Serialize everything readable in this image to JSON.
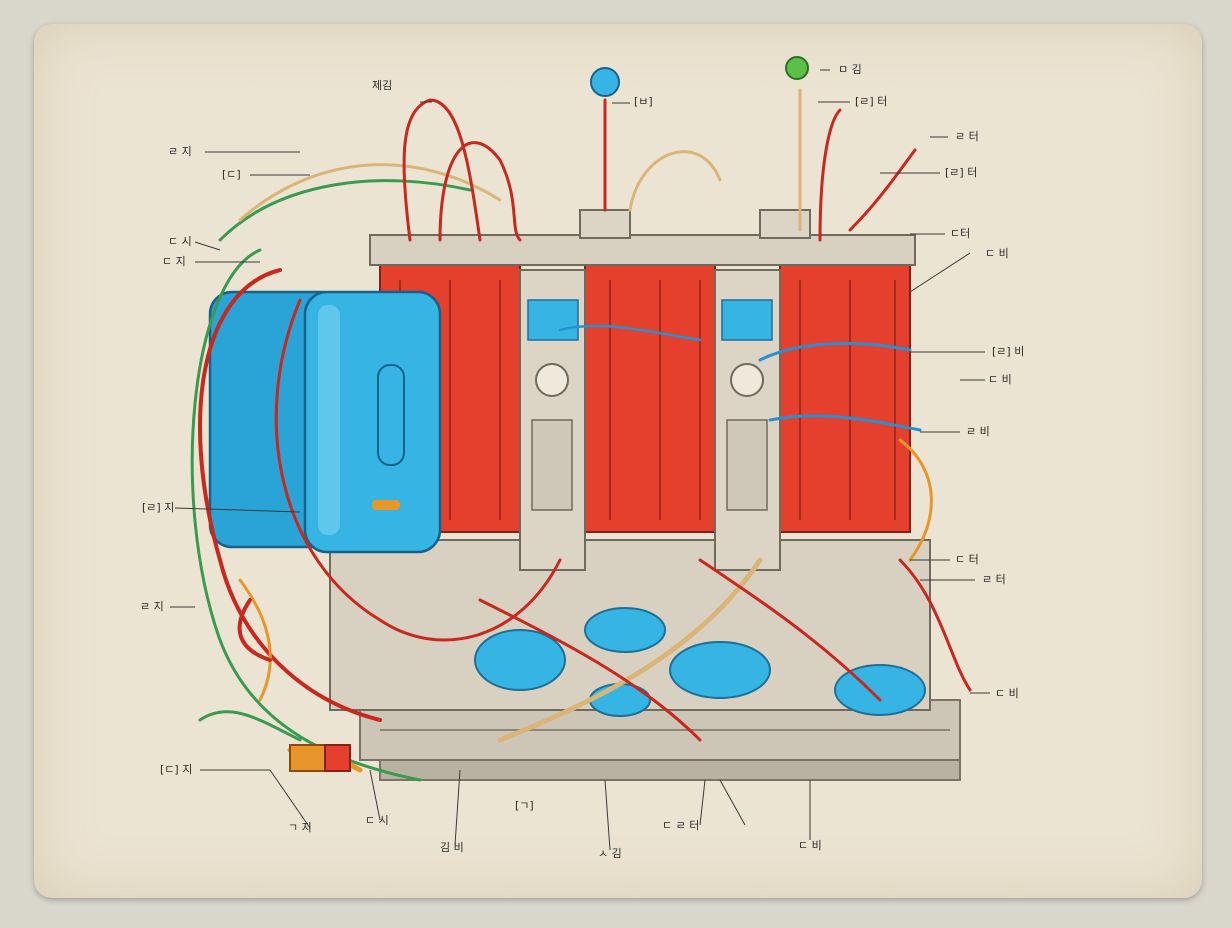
{
  "labels": [
    {
      "id": "top-1",
      "text": "제김"
    },
    {
      "id": "top-2",
      "text": "[ㅂ]"
    },
    {
      "id": "top-3",
      "text": "ㅁ 김"
    },
    {
      "id": "top-4",
      "text": "[ㄹ] 터"
    },
    {
      "id": "right-1",
      "text": "ㄹ 터"
    },
    {
      "id": "right-2",
      "text": "[ㄹ] 터"
    },
    {
      "id": "right-3",
      "text": "ㄷ터"
    },
    {
      "id": "right-4",
      "text": "ㄷ 비"
    },
    {
      "id": "right-5",
      "text": "[ㄹ] 비"
    },
    {
      "id": "right-6",
      "text": "ㄷ 비"
    },
    {
      "id": "right-7",
      "text": "ㄹ 비"
    },
    {
      "id": "right-8",
      "text": "ㄷ 터"
    },
    {
      "id": "right-9",
      "text": "ㄹ 터"
    },
    {
      "id": "right-10",
      "text": "ㄷ 비"
    },
    {
      "id": "left-1",
      "text": "ㄹ 지"
    },
    {
      "id": "left-2",
      "text": "[ㄷ]"
    },
    {
      "id": "left-3",
      "text": "ㄷ 시"
    },
    {
      "id": "left-4",
      "text": "ㄷ 지"
    },
    {
      "id": "left-5",
      "text": "[ㄹ] 지"
    },
    {
      "id": "left-6",
      "text": "ㄹ 지"
    },
    {
      "id": "left-7",
      "text": "[ㄷ] 지"
    },
    {
      "id": "bottom-1",
      "text": "ㄱ 지"
    },
    {
      "id": "bottom-2",
      "text": "ㄷ 시"
    },
    {
      "id": "bottom-3",
      "text": "김 비"
    },
    {
      "id": "bottom-4",
      "text": "[ㄱ]"
    },
    {
      "id": "bottom-5",
      "text": "ㅅ 김"
    },
    {
      "id": "bottom-6",
      "text": "ㄷ ㄹ 터"
    },
    {
      "id": "bottom-7",
      "text": "ㄷ 비"
    }
  ],
  "colors": {
    "paper": "#ece4d2",
    "engine_red": "#e5402e",
    "tank_blue": "#36b4e3",
    "frame_grey": "#c9c3b5",
    "wire_red": "#c8281e",
    "wire_green": "#3a9a50",
    "wire_orange": "#e8962a",
    "wire_tan": "#d9b57a",
    "wire_blue": "#2a8fd0"
  }
}
